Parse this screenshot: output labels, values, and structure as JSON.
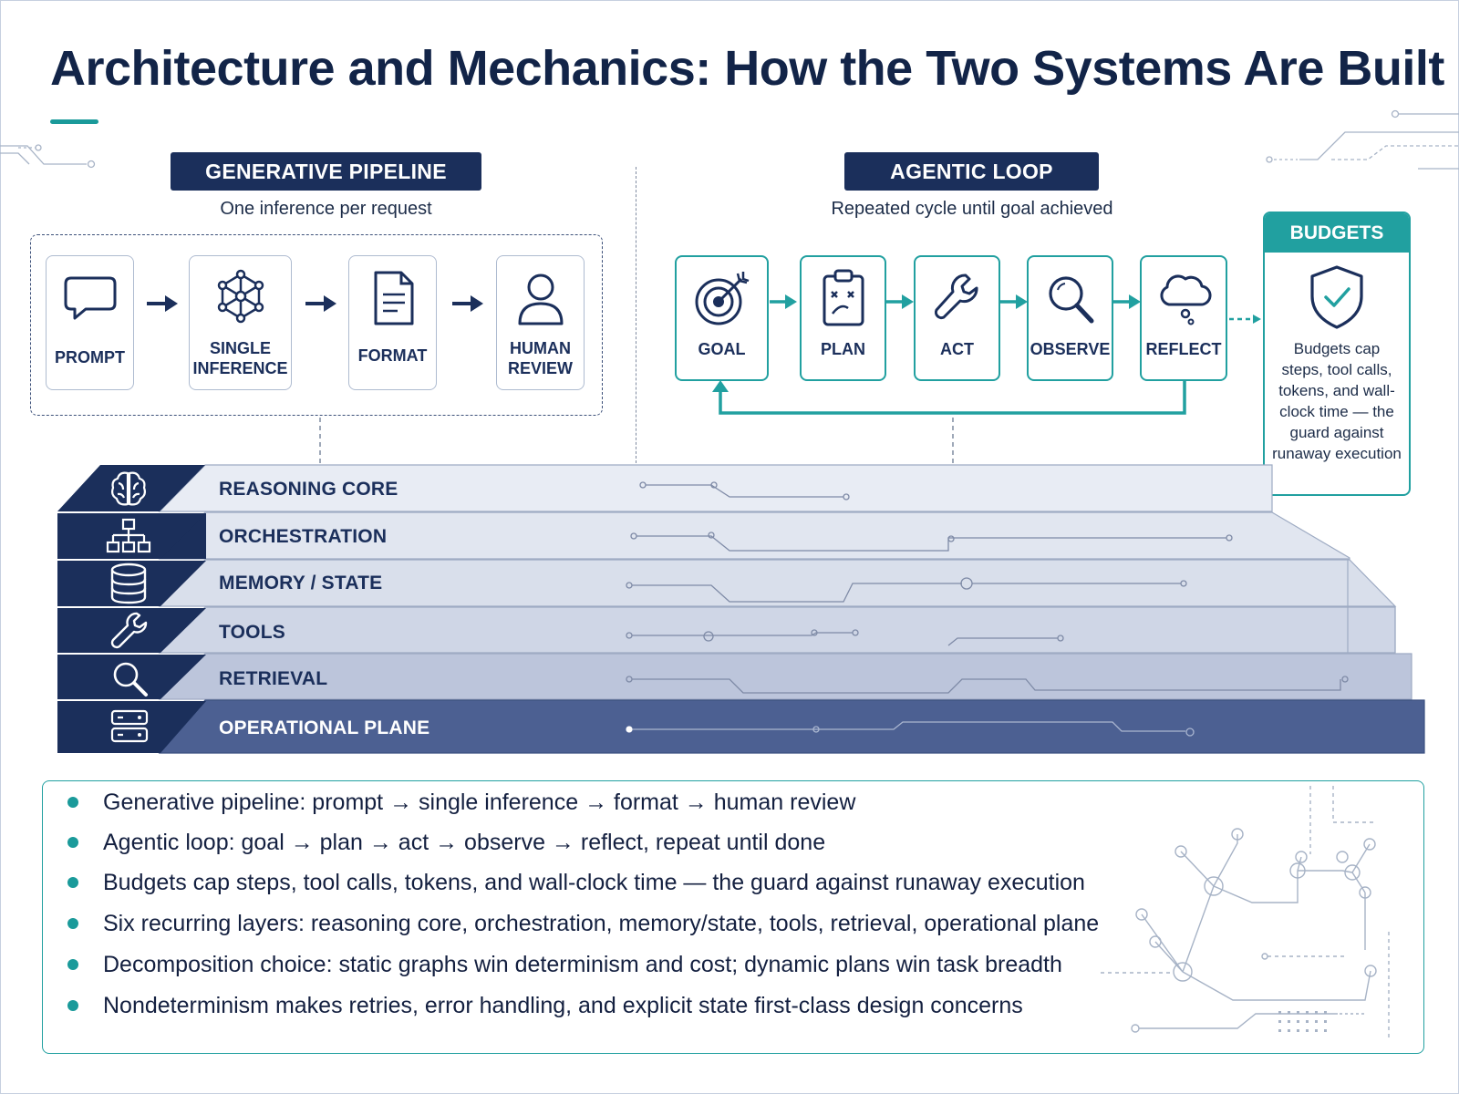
{
  "title": "Architecture and Mechanics: How the Two Systems Are Built",
  "generative": {
    "header": "GENERATIVE PIPELINE",
    "subtitle": "One inference per request",
    "steps": [
      {
        "label": "PROMPT",
        "icon": "speech-bubble-icon"
      },
      {
        "label": "SINGLE\nINFERENCE",
        "icon": "network-icon"
      },
      {
        "label": "FORMAT",
        "icon": "document-icon"
      },
      {
        "label": "HUMAN\nREVIEW",
        "icon": "person-icon"
      }
    ]
  },
  "agentic": {
    "header": "AGENTIC LOOP",
    "subtitle": "Repeated cycle until goal achieved",
    "steps": [
      {
        "label": "GOAL",
        "icon": "target-icon"
      },
      {
        "label": "PLAN",
        "icon": "clipboard-icon"
      },
      {
        "label": "ACT",
        "icon": "wrench-icon"
      },
      {
        "label": "OBSERVE",
        "icon": "magnifier-icon"
      },
      {
        "label": "REFLECT",
        "icon": "thought-cloud-icon"
      }
    ]
  },
  "budgets": {
    "header": "BUDGETS",
    "icon": "shield-check-icon",
    "text": "Budgets cap steps, tool calls, tokens, and wall-clock time — the guard against runaway execution"
  },
  "layers": [
    {
      "label": "REASONING CORE",
      "icon": "brain-icon"
    },
    {
      "label": "ORCHESTRATION",
      "icon": "hierarchy-icon"
    },
    {
      "label": "MEMORY / STATE",
      "icon": "database-icon"
    },
    {
      "label": "TOOLS",
      "icon": "wrench-icon"
    },
    {
      "label": "RETRIEVAL",
      "icon": "magnifier-icon"
    },
    {
      "label": "OPERATIONAL PLANE",
      "icon": "server-icon"
    }
  ],
  "bullets": [
    "Generative pipeline: prompt → single inference → format → human review",
    "Agentic loop: goal → plan → act → observe → reflect, repeat until done",
    "Budgets cap steps, tool calls, tokens, and wall-clock time — the guard against runaway execution",
    "Six recurring layers: reasoning core, orchestration, memory/state, tools, retrieval, operational plane",
    "Decomposition choice: static graphs win determinism and cost; dynamic plans win task breadth",
    "Nondeterminism makes retries, error handling, and explicit state first-class design concerns"
  ],
  "colors": {
    "navy": "#1b2f5b",
    "teal": "#21a0a0",
    "layer_fill": "#e6eaf3"
  }
}
